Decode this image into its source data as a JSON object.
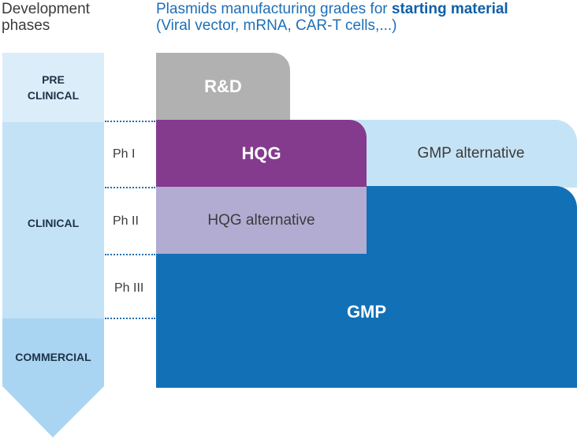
{
  "header": {
    "phases_title_line1": "Development",
    "phases_title_line2": "phases",
    "grades_title_prefix": "Plasmids manufacturing grades for ",
    "grades_title_bold": "starting material",
    "grades_title_line2": "(Viral vector, mRNA, CAR-T cells,...)"
  },
  "phases": {
    "preclinical_line1": "PRE",
    "preclinical_line2": "CLINICAL",
    "clinical": "CLINICAL",
    "commercial": "COMMERCIAL"
  },
  "sub_phases": [
    "Ph I",
    "Ph II",
    "Ph III"
  ],
  "grades": {
    "rd": "R&D",
    "hqg": "HQG",
    "gmp_alternative": "GMP alternative",
    "hqg_alternative": "HQG alternative",
    "gmp": "GMP"
  },
  "colors": {
    "arrow_light": "#dbedf9",
    "arrow_mid": "#c4e2f5",
    "arrow_dark": "#aad5f2",
    "rd": "#b2b1b1",
    "hqg": "#843b8e",
    "hqg_alternative": "#b2acd3",
    "gmp_alternative": "#c5e3f6",
    "gmp": "#1270b6"
  }
}
